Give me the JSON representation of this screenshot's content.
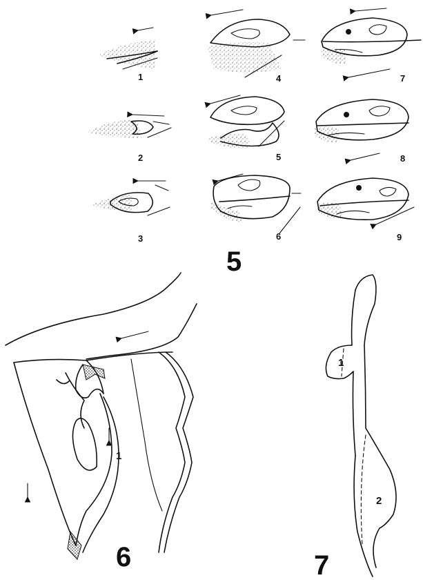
{
  "figures": {
    "fig5": {
      "number": "5",
      "stages": [
        "1",
        "2",
        "3",
        "4",
        "5",
        "6",
        "7",
        "8",
        "9"
      ]
    },
    "fig6": {
      "number": "6",
      "part_label": "1"
    },
    "fig7": {
      "number": "7",
      "part_labels": [
        "1",
        "2"
      ]
    }
  },
  "colors": {
    "ink": "#111111",
    "paper": "#ffffff"
  }
}
